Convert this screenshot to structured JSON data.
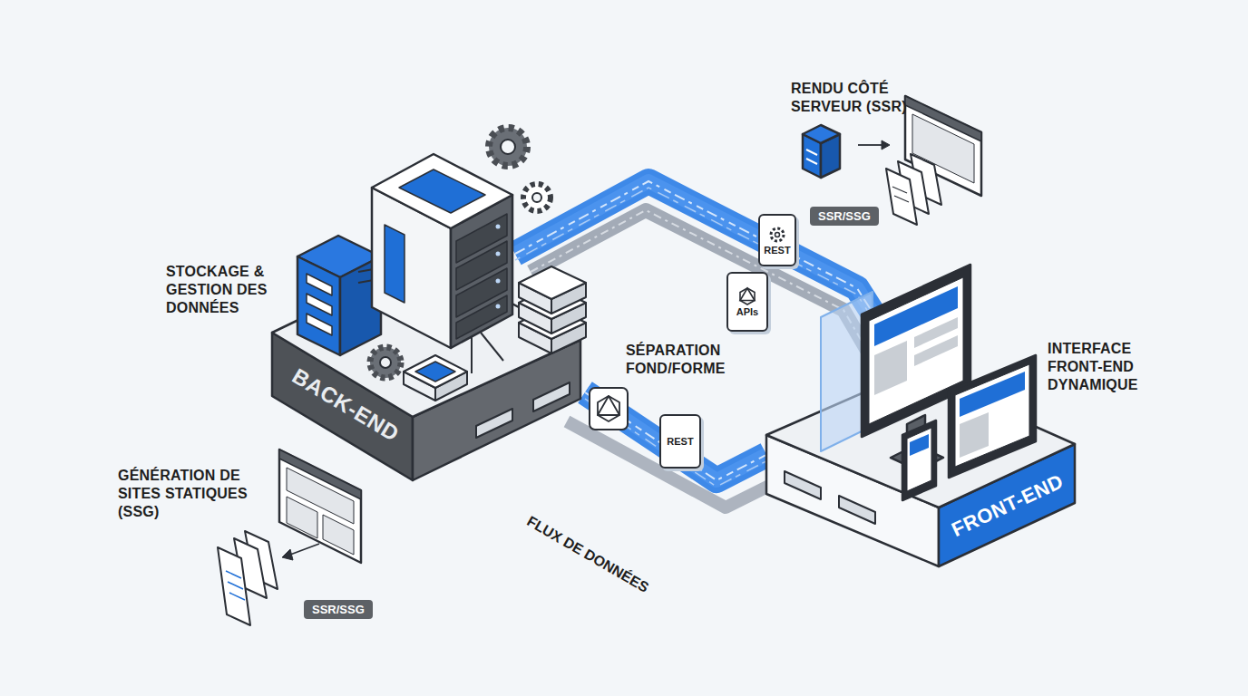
{
  "diagram": {
    "nodes": [
      {
        "text": [
          "BACK-END"
        ]
      },
      {
        "text": [
          "FRONT-END"
        ]
      }
    ],
    "edges": [
      {
        "from": 0,
        "to": 1,
        "arrow": "none"
      },
      {
        "from": 0,
        "to": 1,
        "label": "FLUX DE DONNÉES",
        "arrow": "none"
      }
    ],
    "labels": [
      "RENDU CÔTÉ SERVEUR (SSR)",
      "SSR/SSG",
      "STOCKAGE & GESTION DES DONNÉES",
      "REST",
      "APIs",
      "SÉPARATION FOND/FORME",
      "INTERFACE FRONT-END DYNAMIQUE",
      "REST",
      "GÉNÉRATION DE SITES STATIQUES (SSG)",
      "SSR/SSG"
    ]
  }
}
